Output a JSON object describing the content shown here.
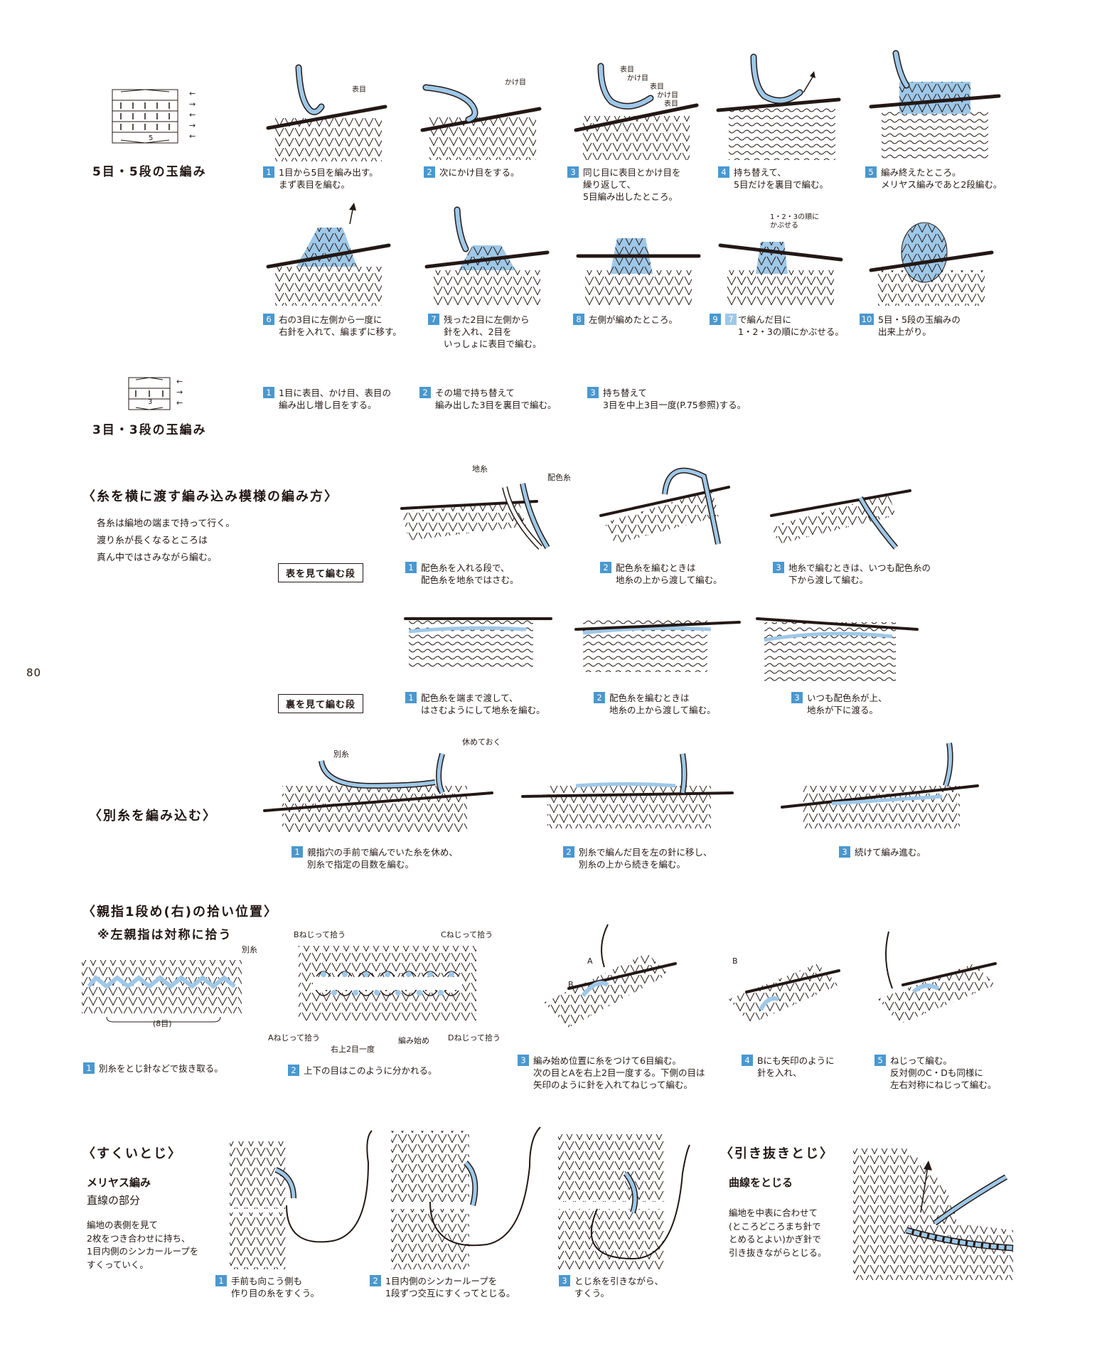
{
  "page_number": "80",
  "bobble5": {
    "title": "5目・5段の玉編み",
    "chart_row_marks": [
      "←",
      "→",
      "←",
      "→",
      "←"
    ],
    "chart_count": "5",
    "steps": [
      {
        "n": "1",
        "text": "1目から5目を編み出す。\nまず表目を編む。",
        "labels": [
          "表目"
        ]
      },
      {
        "n": "2",
        "text": "次にかけ目をする。",
        "labels": [
          "かけ目"
        ]
      },
      {
        "n": "3",
        "text": "同じ目に表目とかけ目を\n繰り返して、\n5目編み出したところ。",
        "labels": [
          "表目",
          "かけ目",
          "表目",
          "かけ目",
          "表目"
        ]
      },
      {
        "n": "4",
        "text": "持ち替えて、\n5目だけを裏目で編む。",
        "labels": []
      },
      {
        "n": "5",
        "text": "編み終えたところ。\nメリヤス編みであと2段編む。",
        "labels": []
      },
      {
        "n": "6",
        "text": "右の3目に左側から一度に\n右針を入れて、編まずに移す。",
        "labels": []
      },
      {
        "n": "7",
        "text": "残った2目に左側から\n針を入れ、2目を\nいっしょに表目で編む。",
        "labels": []
      },
      {
        "n": "8",
        "text": "左側が編めたところ。",
        "labels": []
      },
      {
        "n": "9",
        "text": "で編んだ目に\n1・2・3の順にかぶせる。",
        "ref": "7",
        "labels": [
          "1・2・3の順に\nかぶせる"
        ]
      },
      {
        "n": "10",
        "text": "5目・5段の玉編みの\n出来上がり。",
        "labels": []
      }
    ]
  },
  "bobble3": {
    "title": "3目・3段の玉編み",
    "chart_row_marks": [
      "←",
      "→",
      "←"
    ],
    "chart_count": "3",
    "steps": [
      {
        "n": "1",
        "text": "1目に表目、かけ目、表目の\n編み出し増し目をする。"
      },
      {
        "n": "2",
        "text": "その場で持ち替えて\n編み出した3目を裏目で編む。"
      },
      {
        "n": "3",
        "text": "持ち替えて\n3目を中上3目一度(P.75参照)する。"
      }
    ]
  },
  "intarsia": {
    "title": "〈糸を横に渡す編み込み模様の編み方〉",
    "note": "各糸は編地の端まで持って行く。\n渡り糸が長くなるところは\n真ん中ではさみながら編む。",
    "front_label": "表を見て編む段",
    "back_label": "裏を見て編む段",
    "fig_labels": [
      "地糸",
      "配色糸"
    ],
    "front_steps": [
      {
        "n": "1",
        "text": "配色糸を入れる段で、\n配色糸を地糸ではさむ。"
      },
      {
        "n": "2",
        "text": "配色糸を編むときは\n地糸の上から渡して編む。"
      },
      {
        "n": "3",
        "text": "地糸で編むときは、いつも配色糸の\n下から渡して編む。"
      }
    ],
    "back_steps": [
      {
        "n": "1",
        "text": "配色糸を端まで渡して、\nはさむようにして地糸を編む。"
      },
      {
        "n": "2",
        "text": "配色糸を編むときは\n地糸の上から渡して編む。"
      },
      {
        "n": "3",
        "text": "いつも配色糸が上、\n地糸が下に渡る。"
      }
    ]
  },
  "waste_yarn": {
    "title": "〈別糸を編み込む〉",
    "fig_labels": [
      "別糸",
      "休めておく"
    ],
    "steps": [
      {
        "n": "1",
        "text": "親指穴の手前で編んでいた糸を休め、\n別糸で指定の目数を編む。"
      },
      {
        "n": "2",
        "text": "別糸で編んだ目を左の針に移し、\n別糸の上から続きを編む。"
      },
      {
        "n": "3",
        "text": "続けて編み進む。"
      }
    ]
  },
  "thumb": {
    "title": "〈親指1段め(右)の拾い位置〉",
    "subtitle": "※左親指は対称に拾う",
    "fig1_labels": [
      "別糸",
      "(8目)"
    ],
    "fig2_labels": [
      "Bねじって拾う",
      "Cねじって拾う",
      "Aねじって拾う",
      "右上2目一度",
      "編み始め",
      "Dねじって拾う"
    ],
    "fig_letters": [
      "A",
      "B"
    ],
    "steps": [
      {
        "n": "1",
        "text": "別糸をとじ針などで抜き取る。"
      },
      {
        "n": "2",
        "text": "上下の目はこのように分かれる。"
      },
      {
        "n": "3",
        "text": "編み始め位置に糸をつけて6目編む。\n次の目とAを右上2目一度する。下側の目は\n矢印のように針を入れてねじって編む。"
      },
      {
        "n": "4",
        "text": "Bにも矢印のように\n針を入れ、"
      },
      {
        "n": "5",
        "text": "ねじって編む。\n反対側のC・Dも同様に\n左右対称にねじって編む。"
      }
    ]
  },
  "mattress": {
    "title": "〈すくいとじ〉",
    "sub_bold": "メリヤス編み",
    "sub": "直線の部分",
    "note": "編地の表側を見て\n2枚をつき合わせに持ち、\n1目内側のシンカーループを\nすくっていく。",
    "steps": [
      {
        "n": "1",
        "text": "手前も向こう側も\n作り目の糸をすくう。"
      },
      {
        "n": "2",
        "text": "1目内側のシンカーループを\n1段ずつ交互にすくってとじる。"
      },
      {
        "n": "3",
        "text": "とじ糸を引きながら、\nすくう。"
      }
    ]
  },
  "slipstitch": {
    "title": "〈引き抜きとじ〉",
    "sub_bold": "曲線をとじる",
    "note": "編地を中表に合わせて\n(ところどころまち針で\nとめるとよい)かぎ針で\n引き抜きながらとじる。"
  },
  "colors": {
    "accent": "#4a98cf",
    "yarn": "#9ec8e8",
    "ink": "#231815"
  }
}
